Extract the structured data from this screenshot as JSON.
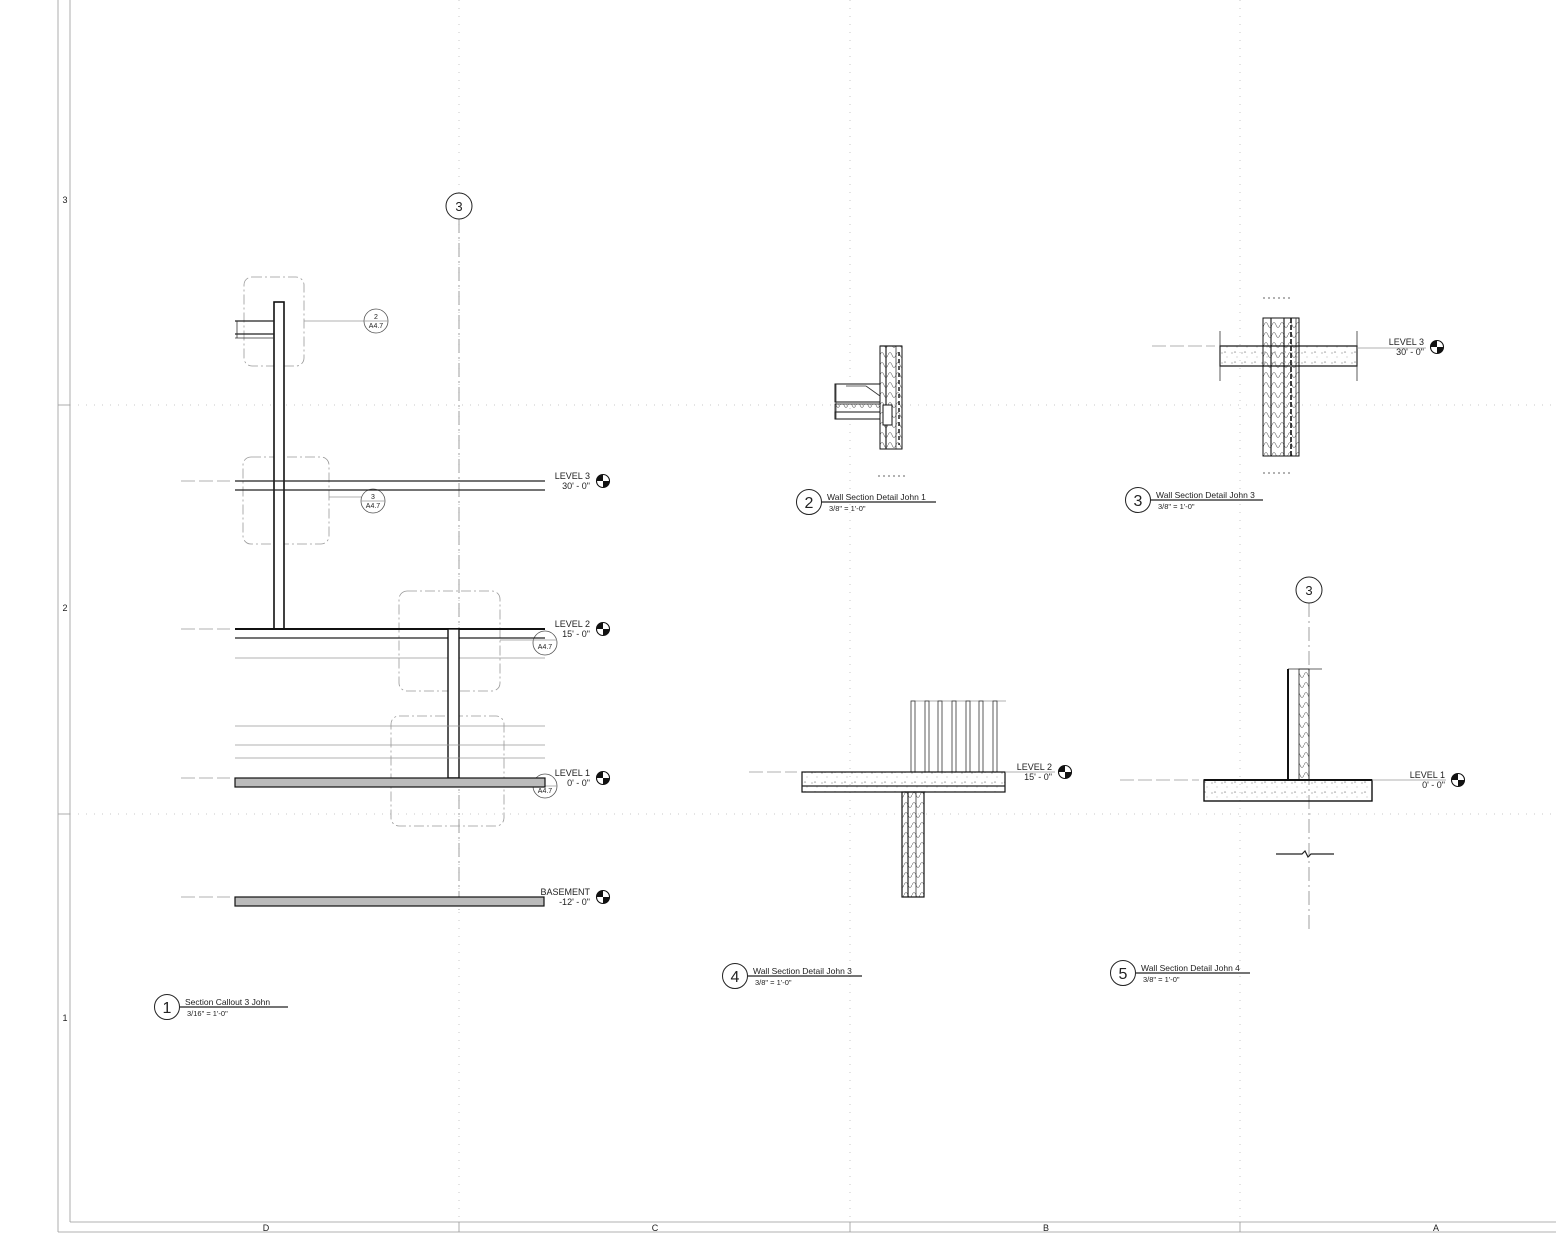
{
  "sheet": {
    "zones_bottom": [
      "D",
      "C",
      "B",
      "A"
    ],
    "zones_left": [
      "3",
      "2",
      "1"
    ]
  },
  "gridline_label": "3",
  "views": [
    {
      "number": "1",
      "title": "Section Callout 3 John",
      "scale": "3/16\" = 1'-0\""
    },
    {
      "number": "2",
      "title": "Wall Section Detail John 1",
      "scale": "3/8\" = 1'-0\""
    },
    {
      "number": "3",
      "title": "Wall Section Detail John 3",
      "scale": "3/8\" = 1'-0\""
    },
    {
      "number": "4",
      "title": "Wall Section Detail John 3",
      "scale": "3/8\" = 1'-0\""
    },
    {
      "number": "5",
      "title": "Wall Section Detail John 4",
      "scale": "3/8\" = 1'-0\""
    }
  ],
  "levels": {
    "level3": {
      "name": "LEVEL 3",
      "elev": "30' - 0\""
    },
    "level2": {
      "name": "LEVEL 2",
      "elev": "15' - 0\""
    },
    "level1": {
      "name": "LEVEL 1",
      "elev": "0' - 0\""
    },
    "basement": {
      "name": "BASEMENT",
      "elev": "-12' - 0\""
    }
  },
  "callouts": [
    {
      "detail": "2",
      "sheet": "A4.7"
    },
    {
      "detail": "3",
      "sheet": "A4.7"
    },
    {
      "detail": "",
      "sheet": "A4.7"
    },
    {
      "detail": "",
      "sheet": "A4.7"
    }
  ]
}
